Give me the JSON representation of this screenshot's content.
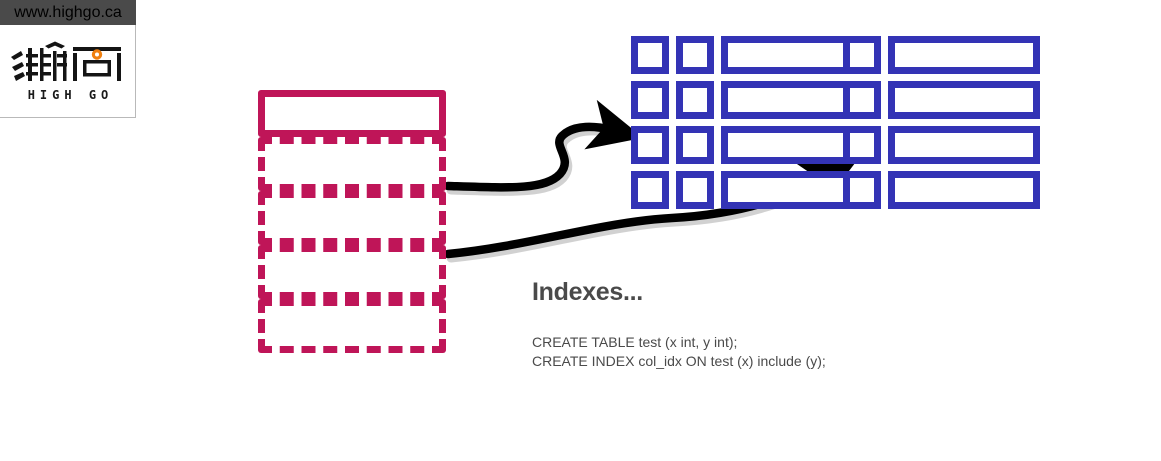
{
  "brand": {
    "url_label": "www.highgo.ca",
    "tagline": "HIGH GO",
    "logo_icon": "highgo-logo-icon",
    "logo_accent_color": "#F08010",
    "logo_ink_color": "#141414",
    "urlbar_bg": "#4A4A4A"
  },
  "diagram": {
    "heap": {
      "label": "heap-table-stack",
      "color": "#BF1558",
      "boxes": [
        {
          "name": "heap-page-header",
          "style": "solid"
        },
        {
          "name": "heap-page-1",
          "style": "dashed"
        },
        {
          "name": "heap-page-2",
          "style": "dashed"
        },
        {
          "name": "heap-page-3",
          "style": "dashed"
        },
        {
          "name": "heap-page-4",
          "style": "dashed"
        }
      ]
    },
    "indexes": [
      {
        "name": "index-grid-covering",
        "color": "#3333B5",
        "rows": [
          [
            "key",
            "key",
            "xwide"
          ],
          [
            "key",
            "key",
            "xwide"
          ],
          [
            "key",
            "key",
            "xwide"
          ],
          [
            "key",
            "key",
            "xwide"
          ]
        ]
      },
      {
        "name": "index-grid-simple",
        "color": "#3333B5",
        "rows": [
          [
            "key",
            "xwide"
          ],
          [
            "key",
            "xwide"
          ],
          [
            "key",
            "xwide"
          ],
          [
            "key",
            "xwide"
          ]
        ]
      }
    ],
    "arrows": [
      {
        "name": "arrow-heap-to-index-1",
        "color": "#000000"
      },
      {
        "name": "arrow-heap-to-index-2",
        "color": "#000000"
      }
    ]
  },
  "caption": {
    "title": "Indexes...",
    "code_lines": [
      "CREATE TABLE test (x int, y int);",
      "CREATE INDEX col_idx ON test (x) include (y);"
    ],
    "text_color": "#4A4A4A"
  }
}
